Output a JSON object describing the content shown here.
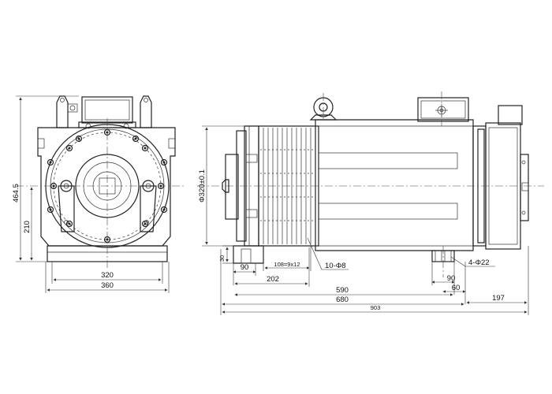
{
  "front_view": {
    "dims": {
      "height_total": "464.5",
      "shaft_height": "210",
      "base_inner_width": "320",
      "base_outer_width": "360"
    }
  },
  "side_view": {
    "dims": {
      "flange_diameter": "Φ320±0.1",
      "base_thickness": "30",
      "offset_90_left": "90",
      "groove_span": "202",
      "groove_spec": "108=9x12",
      "hole_spec_8": "10-Φ8",
      "foot_holes": "4-Φ22",
      "foot_width_90": "90",
      "foot_offset_60": "60",
      "length_590": "590",
      "length_680": "680",
      "brake_length_197": "197",
      "overall_903": "903"
    }
  }
}
